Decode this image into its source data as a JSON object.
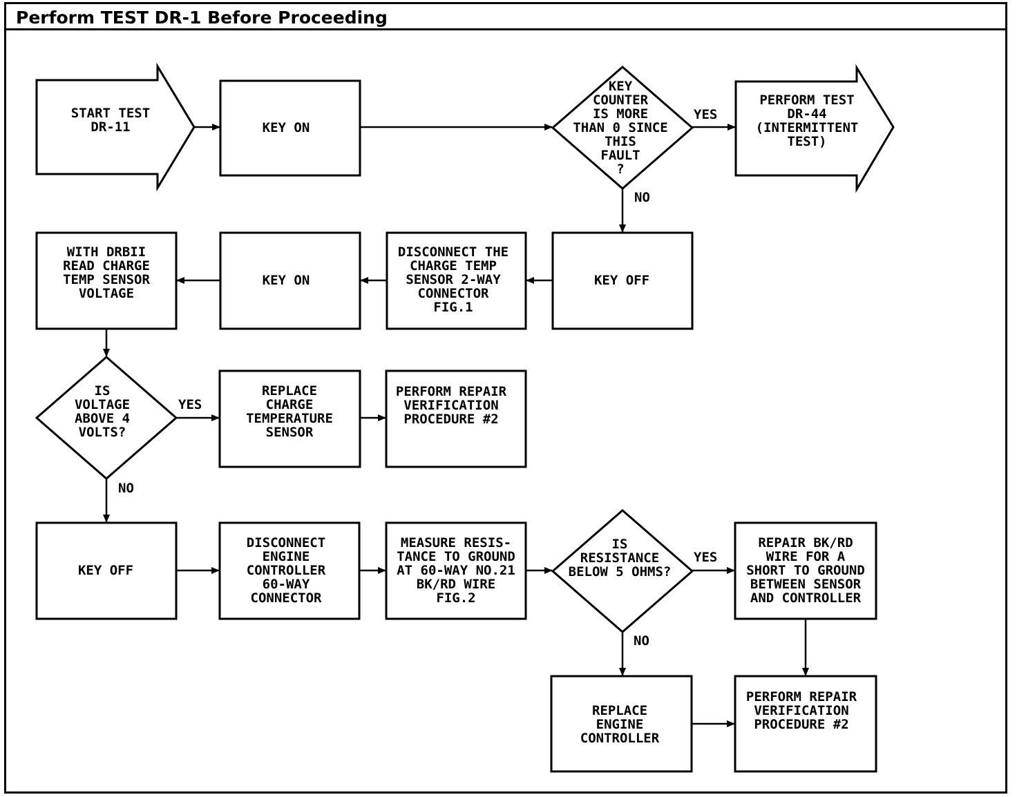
{
  "header": {
    "title": "Perform TEST DR-1 Before Proceeding"
  },
  "nodes": {
    "start": {
      "lines": [
        "START TEST",
        "DR-11"
      ]
    },
    "key_on_1": {
      "lines": [
        "KEY ON"
      ]
    },
    "dec_key_counter": {
      "lines": [
        "KEY",
        "COUNTER",
        "IS MORE",
        "THAN 0 SINCE",
        "THIS",
        "FAULT",
        "?"
      ]
    },
    "perform_dr44": {
      "lines": [
        "PERFORM TEST",
        "DR-44",
        "(INTERMITTENT",
        "TEST)"
      ]
    },
    "key_off_1": {
      "lines": [
        "KEY OFF"
      ]
    },
    "disconnect_temp": {
      "lines": [
        "DISCONNECT THE",
        "CHARGE TEMP",
        "SENSOR 2-WAY",
        "CONNECTOR",
        "FIG.1"
      ]
    },
    "key_on_2": {
      "lines": [
        "KEY ON"
      ]
    },
    "read_voltage": {
      "lines": [
        "WITH DRBII",
        "READ CHARGE",
        "TEMP SENSOR",
        "VOLTAGE"
      ]
    },
    "dec_voltage": {
      "lines": [
        "IS",
        "VOLTAGE",
        "ABOVE 4",
        "VOLTS?"
      ]
    },
    "replace_sensor": {
      "lines": [
        "REPLACE",
        "CHARGE",
        "TEMPERATURE",
        "SENSOR"
      ]
    },
    "verify_1": {
      "lines": [
        "PERFORM REPAIR",
        "VERIFICATION",
        "PROCEDURE #2"
      ]
    },
    "key_off_2": {
      "lines": [
        "KEY OFF"
      ]
    },
    "disconnect_engine": {
      "lines": [
        "DISCONNECT",
        "ENGINE",
        "CONTROLLER",
        "60-WAY",
        "CONNECTOR"
      ]
    },
    "measure_resistance": {
      "lines": [
        "MEASURE RESIS-",
        "TANCE TO GROUND",
        "AT 60-WAY NO.21",
        "BK/RD WIRE",
        "FIG.2"
      ]
    },
    "dec_resistance": {
      "lines": [
        "IS",
        "RESISTANCE",
        "BELOW 5 OHMS?"
      ]
    },
    "repair_wire": {
      "lines": [
        "REPAIR BK/RD",
        "WIRE FOR A",
        "SHORT TO GROUND",
        "BETWEEN SENSOR",
        "AND CONTROLLER"
      ]
    },
    "replace_controller": {
      "lines": [
        "REPLACE",
        "ENGINE",
        "CONTROLLER"
      ]
    },
    "verify_2": {
      "lines": [
        "PERFORM REPAIR",
        "VERIFICATION",
        "PROCEDURE #2"
      ]
    }
  },
  "edge_labels": {
    "yes_1": "YES",
    "no_1": "NO",
    "yes_2": "YES",
    "no_2": "NO",
    "yes_3": "YES",
    "no_3": "NO"
  }
}
